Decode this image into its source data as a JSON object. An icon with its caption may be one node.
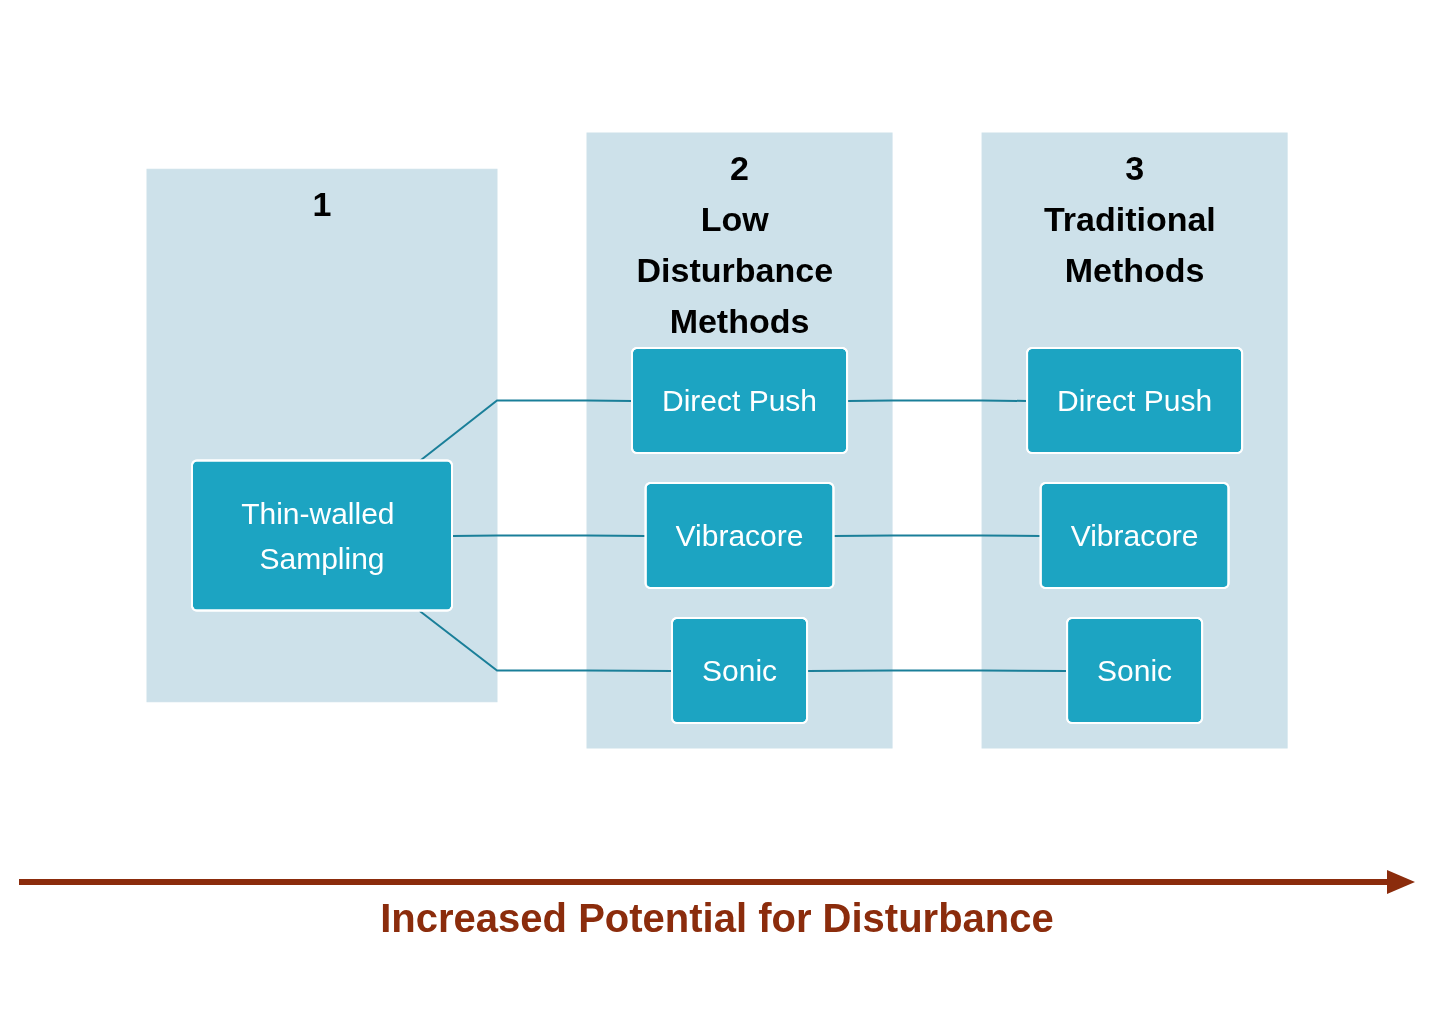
{
  "diagram": {
    "nodes": [
      {
        "text": [
          "1"
        ]
      },
      {
        "text": [
          "Thin-walled Sampling"
        ],
        "in": 0
      },
      {
        "text": [
          "2",
          "Low Disturbance Methods"
        ]
      },
      {
        "text": [
          "Direct Push"
        ],
        "in": 2
      },
      {
        "text": [
          "Vibracore"
        ],
        "in": 2
      },
      {
        "text": [
          "Sonic"
        ],
        "in": 2
      },
      {
        "text": [
          "3",
          "Traditional Methods"
        ]
      },
      {
        "text": [
          "Direct Push"
        ],
        "in": 6
      },
      {
        "text": [
          "Vibracore"
        ],
        "in": 6
      },
      {
        "text": [
          "Sonic"
        ],
        "in": 6
      }
    ],
    "edges": [
      {
        "from": 1,
        "to": 3,
        "arrow": "none"
      },
      {
        "from": 1,
        "to": 4,
        "arrow": "none"
      },
      {
        "from": 1,
        "to": 5,
        "arrow": "none"
      },
      {
        "from": 3,
        "to": 7,
        "arrow": "none"
      },
      {
        "from": 4,
        "to": 8,
        "arrow": "none"
      },
      {
        "from": 5,
        "to": 9,
        "arrow": "none"
      }
    ],
    "labels": [
      "Increased Potential for Disturbance"
    ]
  }
}
